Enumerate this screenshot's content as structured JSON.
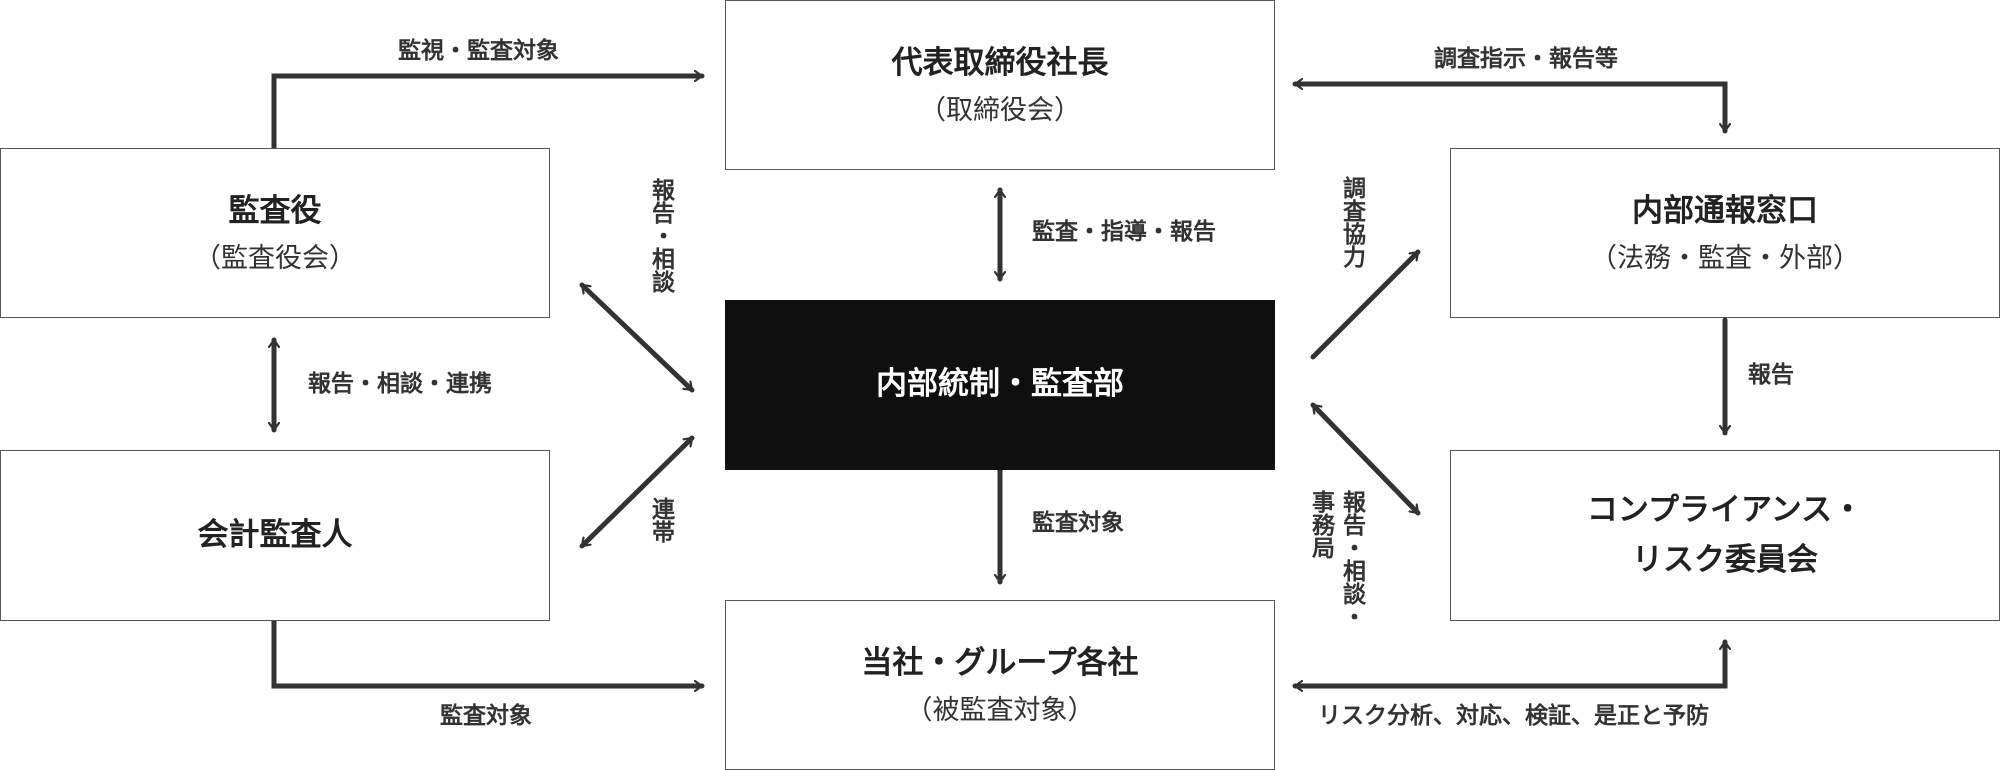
{
  "nodes": {
    "president": {
      "title": "代表取締役社長",
      "sub": "（取締役会）"
    },
    "auditor": {
      "title": "監査役",
      "sub": "（監査役会）"
    },
    "internal_audit": {
      "title": "内部統制・監査部"
    },
    "accounting_auditor": {
      "title": "会計監査人"
    },
    "group": {
      "title": "当社・グループ各社",
      "sub": "（被監査対象）"
    },
    "whistleblowing": {
      "title": "内部通報窓口",
      "sub": "（法務・監査・外部）"
    },
    "compliance": {
      "title_line1": "コンプライアンス・",
      "title_line2": "リスク委員会"
    }
  },
  "edges": {
    "auditor_president": "監視・監査対象",
    "president_whistle": "調査指示・報告等",
    "president_internal": "監査・指導・報告",
    "auditor_internal": "報告・相談",
    "auditor_accounting": "報告・相談・連携",
    "accounting_internal": "連帯",
    "internal_group": "監査対象",
    "accounting_group": "監査対象",
    "internal_whistle": "調査協力",
    "whistle_compliance": "報告",
    "internal_compliance_1": "報告・相談・",
    "internal_compliance_2": "事務局",
    "compliance_group": "リスク分析、対応、検証、是正と予防"
  },
  "colors": {
    "line": "#333333",
    "box_border": "#555555",
    "highlight_fill": "#0f0f0f",
    "highlight_text": "#ffffff"
  }
}
